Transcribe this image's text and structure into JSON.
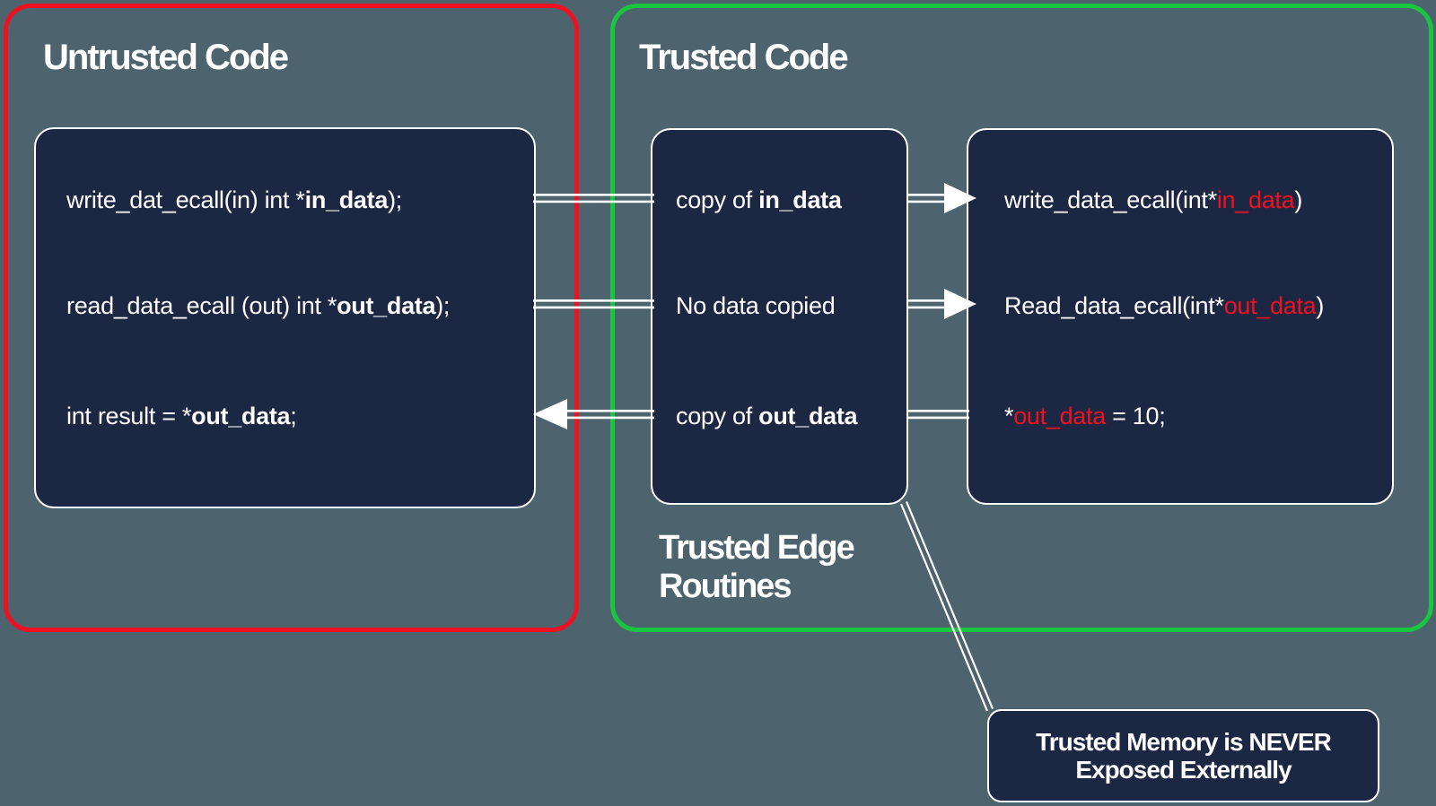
{
  "colors": {
    "background": "#4d636e",
    "box_navy": "#1c2843",
    "untrusted_border_red": "#ee1122",
    "trusted_border_green": "#18c73f",
    "code_highlight_red": "#f2101f",
    "text_white": "#ffffff"
  },
  "untrusted": {
    "title": "Untrusted Code",
    "code_box": {
      "lines": [
        [
          {
            "t": "write_dat_ecall(in) int *"
          },
          {
            "t": "in_data",
            "b": true
          },
          {
            "t": ");"
          }
        ],
        [
          {
            "t": "read_data_ecall (out) int *"
          },
          {
            "t": "out_data",
            "b": true
          },
          {
            "t": ");"
          }
        ],
        [
          {
            "t": "int result = *"
          },
          {
            "t": "out_data",
            "b": true
          },
          {
            "t": ";"
          }
        ]
      ]
    }
  },
  "trusted": {
    "title": "Trusted Code",
    "edge_box": {
      "lines": [
        [
          {
            "t": "copy of "
          },
          {
            "t": "in_data",
            "b": true
          }
        ],
        [
          {
            "t": "No data copied"
          }
        ],
        [
          {
            "t": "copy of "
          },
          {
            "t": "out_data",
            "b": true
          }
        ]
      ],
      "label_lines": [
        "Trusted Edge",
        "Routines"
      ]
    },
    "enclave_box": {
      "lines": [
        [
          {
            "t": "write_data_ecall(int*"
          },
          {
            "t": "in_data",
            "r": true
          },
          {
            "t": ")"
          }
        ],
        [
          {
            "t": "Read_data_ecall(int*"
          },
          {
            "t": "out_data",
            "r": true
          },
          {
            "t": ")"
          }
        ],
        [
          {
            "t": "*"
          },
          {
            "t": "out_data",
            "r": true
          },
          {
            "t": " = 10;"
          }
        ]
      ]
    }
  },
  "callout": {
    "lines": [
      "Trusted Memory is NEVER",
      "Exposed Externally"
    ]
  }
}
